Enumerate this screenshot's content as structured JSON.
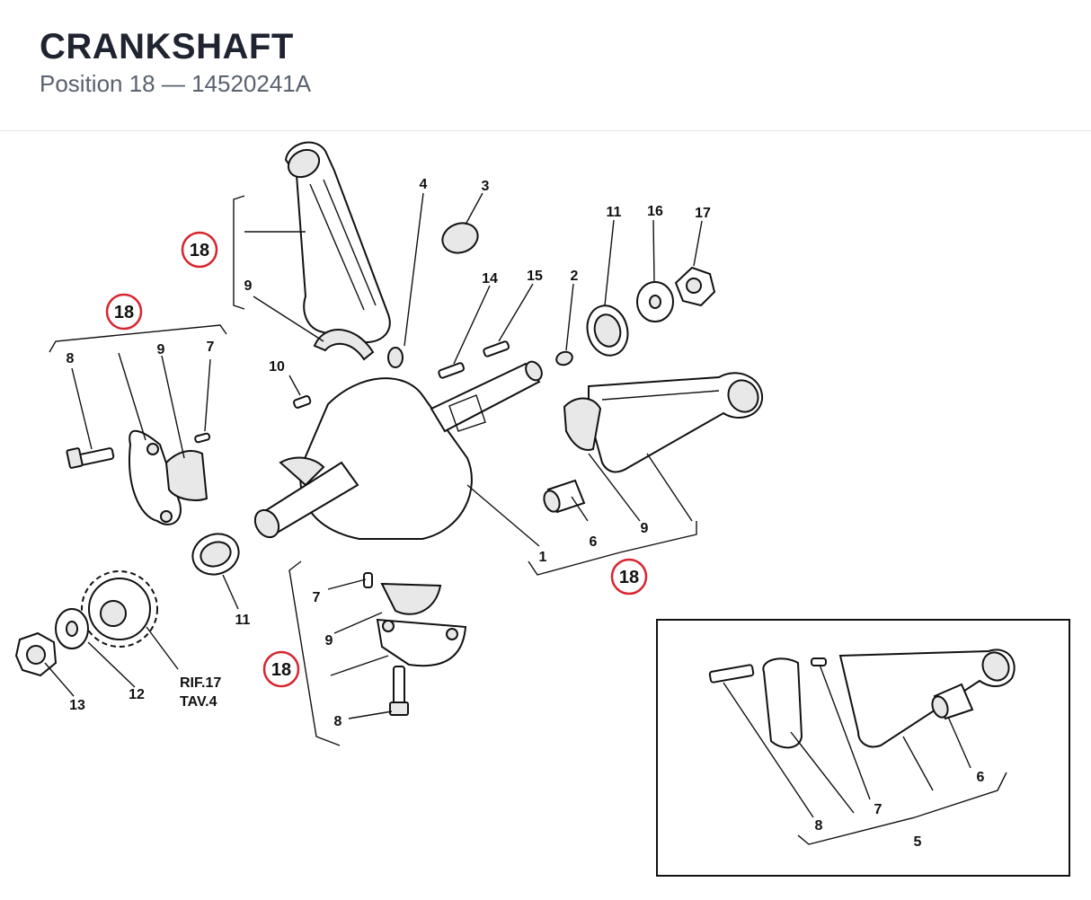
{
  "header": {
    "title": "CRANKSHAFT",
    "position_label": "Position 18 — 14520241A"
  },
  "colors": {
    "callout_ring": "#d7262f",
    "ink": "#111111",
    "title": "#1f2430",
    "subtitle": "#5a6170"
  },
  "callouts": [
    "18",
    "18",
    "18",
    "18"
  ],
  "labels": {
    "p1": "1",
    "p2": "2",
    "p3": "3",
    "p4": "4",
    "p5": "5",
    "p6a": "6",
    "p6b": "6",
    "p7a": "7",
    "p7b": "7",
    "p7c": "7",
    "p8a": "8",
    "p8b": "8",
    "p8c": "8",
    "p9a": "9",
    "p9b": "9",
    "p9c": "9",
    "p9d": "9",
    "p10": "10",
    "p11a": "11",
    "p11b": "11",
    "p12": "12",
    "p13": "13",
    "p14": "14",
    "p15": "15",
    "p16": "16",
    "p17": "17",
    "ref_line1": "RIF.17",
    "ref_line2": "TAV.4"
  }
}
